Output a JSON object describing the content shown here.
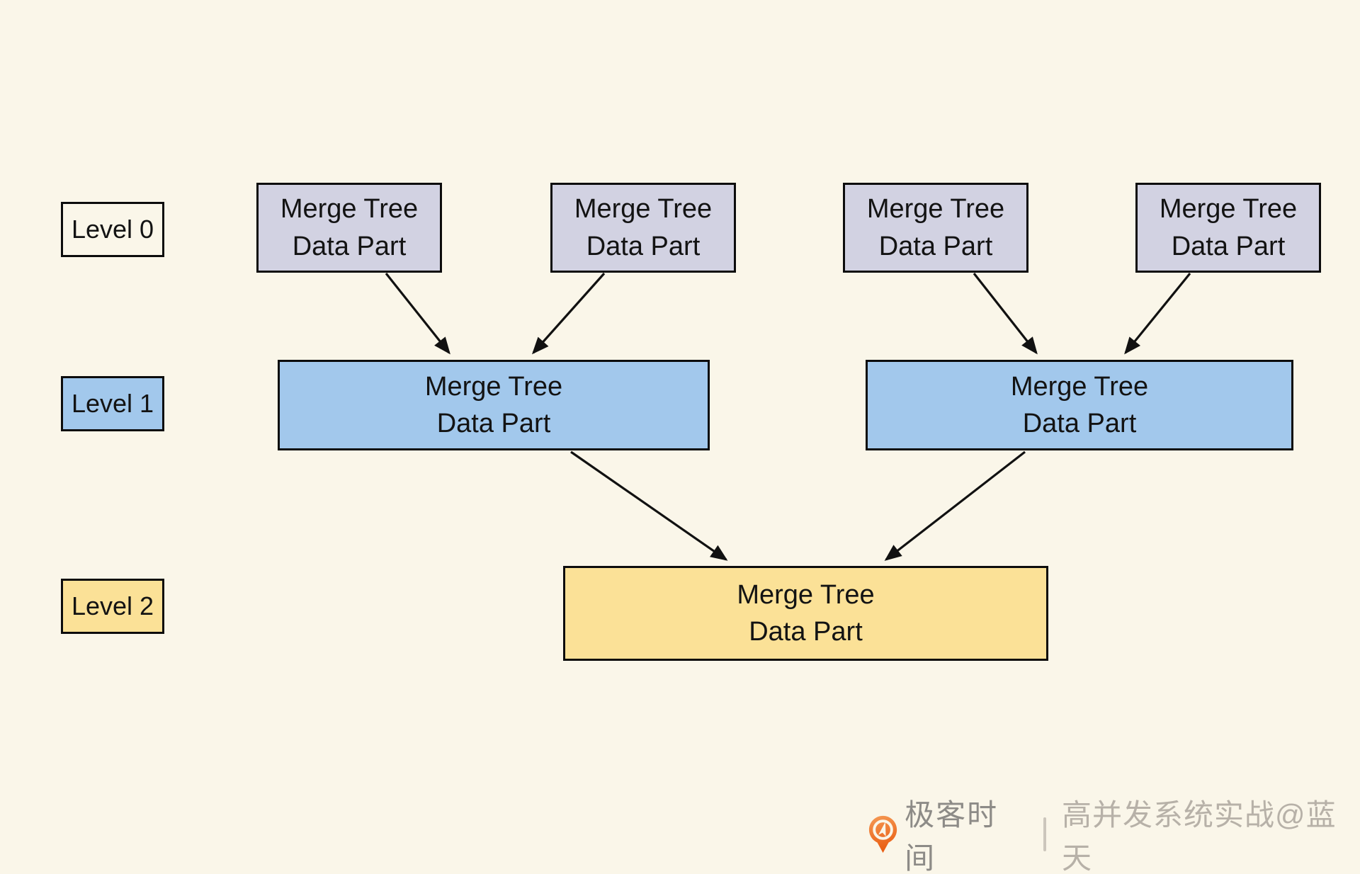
{
  "diagram": {
    "title_semantic": "MergeTree data part merge levels",
    "node_label": "Merge Tree\nData Part",
    "levels": [
      {
        "label": "Level 0",
        "fill": "#D2D2E2"
      },
      {
        "label": "Level 1",
        "fill": "#A2C8EC"
      },
      {
        "label": "Level 2",
        "fill": "#FBE197"
      }
    ],
    "node_counts": {
      "level0": 4,
      "level1": 2,
      "level2": 1
    },
    "arrow_color": "#111111"
  },
  "colors": {
    "background": "#FAF6E9",
    "level0_fill": "#D2D2E2",
    "level1_fill": "#A2C8EC",
    "level2_fill": "#FBE197",
    "border": "#0c0c0c",
    "brand_orange": "#ED6A1F"
  },
  "footer": {
    "brand": "极客时间",
    "separator": "|",
    "credit": "高并发系统实战@蓝天"
  }
}
